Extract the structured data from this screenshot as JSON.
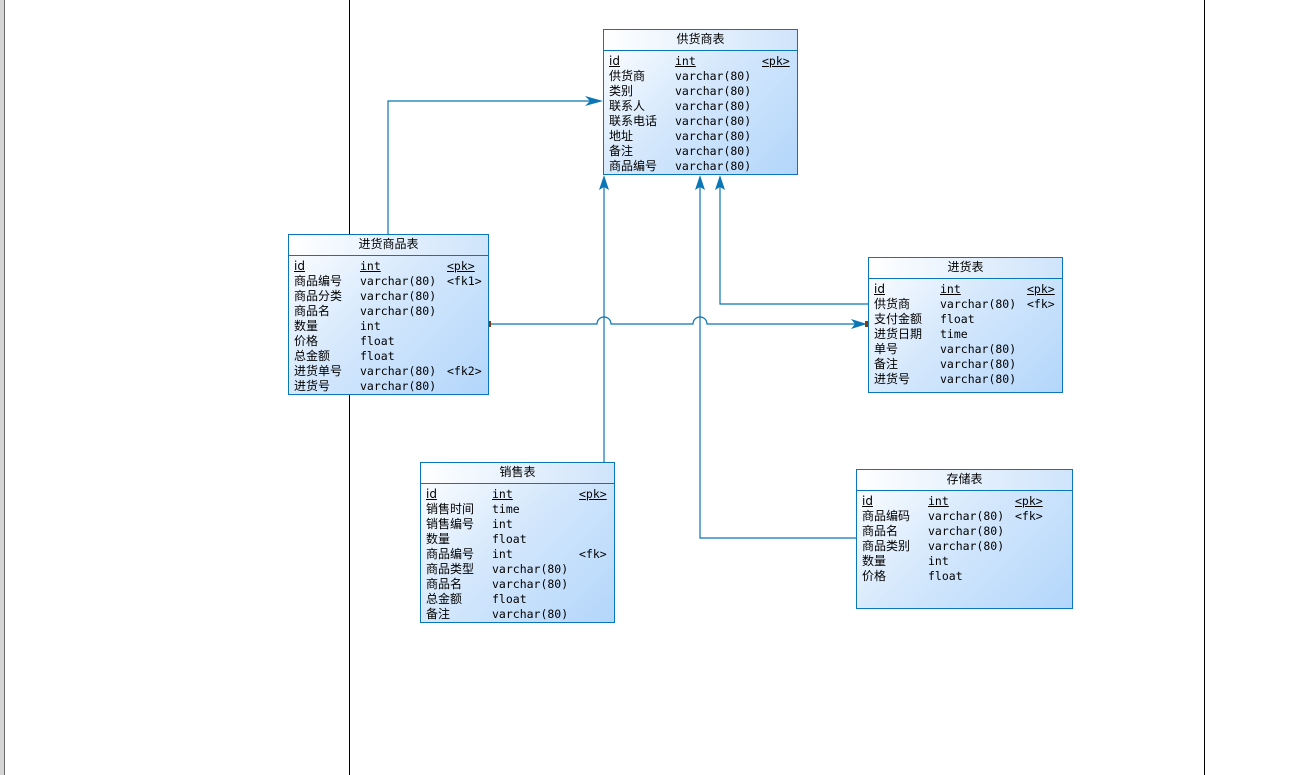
{
  "diagram": {
    "type": "physical-data-model",
    "colors": {
      "entity_border": "#0b76b5",
      "connector": "#0b76b5",
      "fk_marker": "#8a3a0a",
      "page_border": "#000000"
    },
    "entities": {
      "supplier": {
        "title": "供货商表",
        "columns": [
          {
            "name": "id",
            "type": "int",
            "key": "<pk>",
            "pk": true
          },
          {
            "name": "供货商",
            "type": "varchar(80)",
            "key": ""
          },
          {
            "name": "类别",
            "type": "varchar(80)",
            "key": ""
          },
          {
            "name": "联系人",
            "type": "varchar(80)",
            "key": ""
          },
          {
            "name": "联系电话",
            "type": "varchar(80)",
            "key": ""
          },
          {
            "name": "地址",
            "type": "varchar(80)",
            "key": ""
          },
          {
            "name": "备注",
            "type": "varchar(80)",
            "key": ""
          },
          {
            "name": "商品编号",
            "type": "varchar(80)",
            "key": ""
          }
        ]
      },
      "purchase_goods": {
        "title": "进货商品表",
        "columns": [
          {
            "name": "id",
            "type": "int",
            "key": "<pk>",
            "pk": true
          },
          {
            "name": "商品编号",
            "type": "varchar(80)",
            "key": "<fk1>"
          },
          {
            "name": "商品分类",
            "type": "varchar(80)",
            "key": ""
          },
          {
            "name": "商品名",
            "type": "varchar(80)",
            "key": ""
          },
          {
            "name": "数量",
            "type": "int",
            "key": ""
          },
          {
            "name": "价格",
            "type": "float",
            "key": ""
          },
          {
            "name": "总金额",
            "type": "float",
            "key": ""
          },
          {
            "name": "进货单号",
            "type": "varchar(80)",
            "key": "<fk2>"
          },
          {
            "name": "进货号",
            "type": "varchar(80)",
            "key": ""
          }
        ]
      },
      "purchase": {
        "title": "进货表",
        "columns": [
          {
            "name": "id",
            "type": "int",
            "key": "<pk>",
            "pk": true
          },
          {
            "name": "供货商",
            "type": "varchar(80)",
            "key": "<fk>"
          },
          {
            "name": "支付金额",
            "type": "float",
            "key": ""
          },
          {
            "name": "进货日期",
            "type": "time",
            "key": ""
          },
          {
            "name": "单号",
            "type": "varchar(80)",
            "key": ""
          },
          {
            "name": "备注",
            "type": "varchar(80)",
            "key": ""
          },
          {
            "name": "进货号",
            "type": "varchar(80)",
            "key": ""
          }
        ]
      },
      "sales": {
        "title": "销售表",
        "columns": [
          {
            "name": "id",
            "type": "int",
            "key": "<pk>",
            "pk": true
          },
          {
            "name": "销售时间",
            "type": "time",
            "key": ""
          },
          {
            "name": "销售编号",
            "type": "int",
            "key": ""
          },
          {
            "name": "数量",
            "type": "float",
            "key": ""
          },
          {
            "name": "商品编号",
            "type": "int",
            "key": "<fk>"
          },
          {
            "name": "商品类型",
            "type": "varchar(80)",
            "key": ""
          },
          {
            "name": "商品名",
            "type": "varchar(80)",
            "key": ""
          },
          {
            "name": "总金额",
            "type": "float",
            "key": ""
          },
          {
            "name": "备注",
            "type": "varchar(80)",
            "key": ""
          }
        ]
      },
      "storage": {
        "title": "存储表",
        "columns": [
          {
            "name": "id",
            "type": "int",
            "key": "<pk>",
            "pk": true
          },
          {
            "name": "商品编码",
            "type": "varchar(80)",
            "key": "<fk>"
          },
          {
            "name": "商品名",
            "type": "varchar(80)",
            "key": ""
          },
          {
            "name": "商品类别",
            "type": "varchar(80)",
            "key": ""
          },
          {
            "name": "数量",
            "type": "int",
            "key": ""
          },
          {
            "name": "价格",
            "type": "float",
            "key": ""
          }
        ]
      }
    },
    "references": [
      {
        "from": "purchase_goods",
        "to": "supplier"
      },
      {
        "from": "sales",
        "to": "supplier"
      },
      {
        "from": "storage",
        "to": "supplier"
      },
      {
        "from": "purchase",
        "to": "supplier"
      },
      {
        "from": "purchase_goods",
        "to": "purchase"
      }
    ]
  }
}
